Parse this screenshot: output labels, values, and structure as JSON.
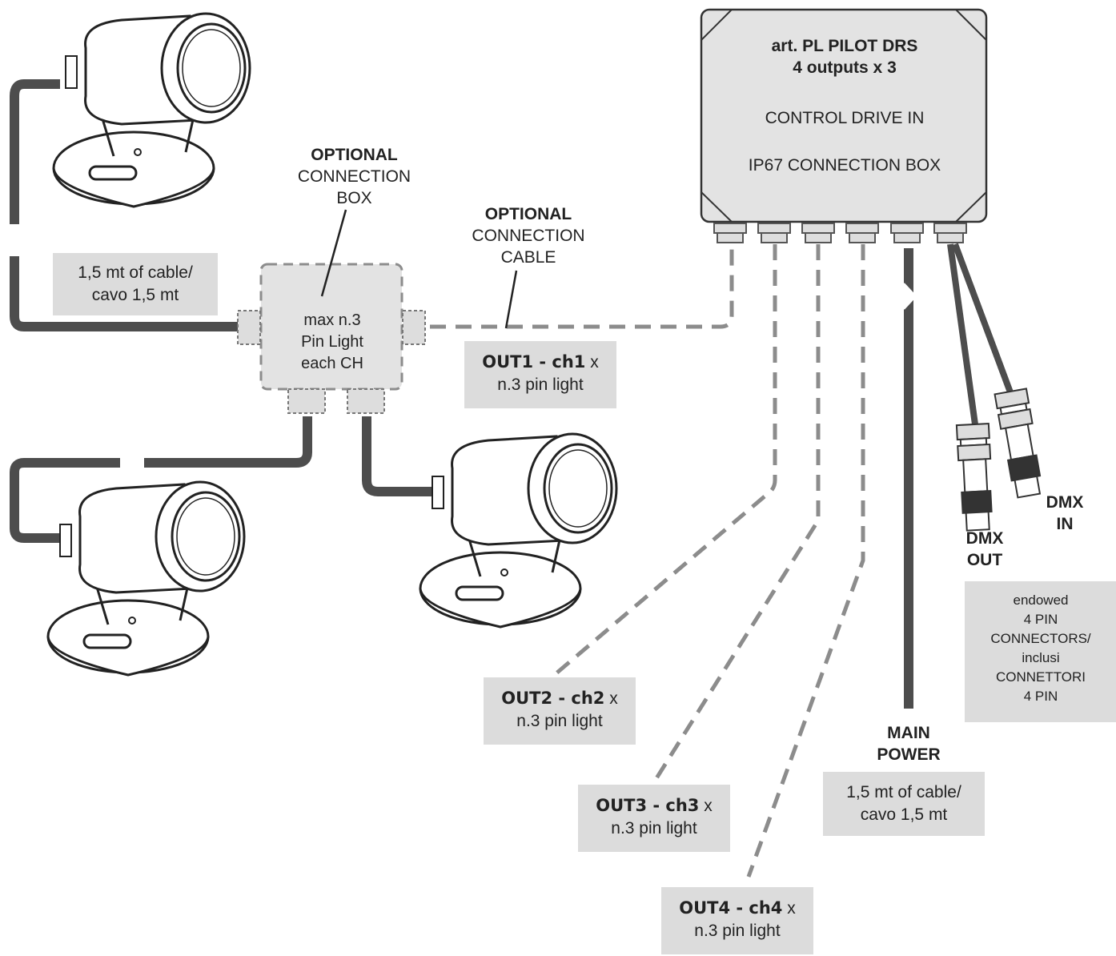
{
  "control_box": {
    "line1": "art. PL PILOT DRS",
    "line2": "4 outputs x 3",
    "line3": "CONTROL DRIVE IN",
    "line4": "IP67 CONNECTION BOX"
  },
  "optional_box": {
    "title_bold": "OPTIONAL",
    "title_line2": "CONNECTION",
    "title_line3": "BOX",
    "inner_line1": "max n.3",
    "inner_line2": "Pin Light",
    "inner_line3": "each CH"
  },
  "optional_cable": {
    "title_bold": "OPTIONAL",
    "title_line2": "CONNECTION",
    "title_line3": "CABLE"
  },
  "cable_note_left": {
    "line1": "1,5 mt of cable/",
    "line2": "cavo 1,5 mt"
  },
  "outputs": [
    {
      "bold": "OUT1 - ch1",
      "suffix": " x",
      "line2": "n.3 pin light"
    },
    {
      "bold": "OUT2 - ch2",
      "suffix": " x",
      "line2": "n.3 pin light"
    },
    {
      "bold": "OUT3 - ch3",
      "suffix": " x",
      "line2": "n.3 pin light"
    },
    {
      "bold": "OUT4 - ch4",
      "suffix": " x",
      "line2": "n.3 pin light"
    }
  ],
  "main_power": {
    "line1": "MAIN",
    "line2": "POWER",
    "note_line1": "1,5 mt of cable/",
    "note_line2": "cavo 1,5 mt"
  },
  "dmx_in": {
    "line1": "DMX",
    "line2": "IN"
  },
  "dmx_out": {
    "line1": "DMX",
    "line2": "OUT"
  },
  "connectors_note": {
    "line1": "endowed",
    "line2": "4 PIN",
    "line3": "CONNECTORS/",
    "line4": "inclusi",
    "line5": "CONNETTORI",
    "line6": "4 PIN"
  },
  "colors": {
    "cable_dark": "#4d4d4d",
    "cable_dashed": "#8c8c8c",
    "box_fill": "#e3e3e3",
    "label_bg": "#dcdcdc"
  }
}
